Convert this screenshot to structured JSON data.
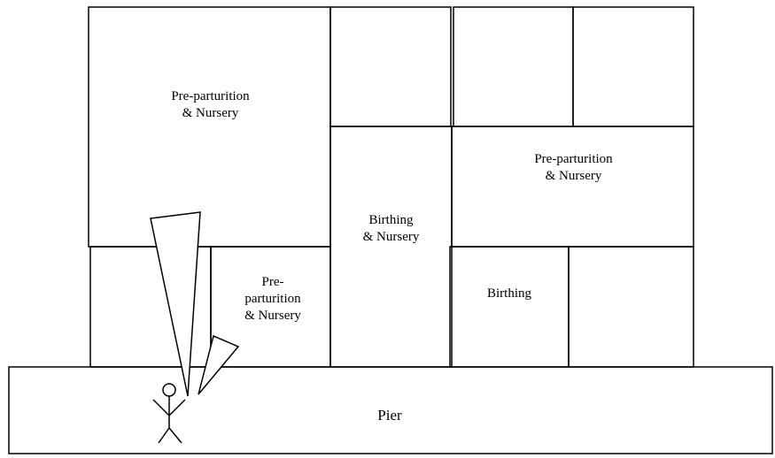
{
  "diagram": {
    "rooms": [
      {
        "id": "top-left-large",
        "label": "Pre-parturition\n& Nursery"
      },
      {
        "id": "top-middle-small",
        "label": ""
      },
      {
        "id": "top-right-a",
        "label": ""
      },
      {
        "id": "top-right-b",
        "label": ""
      },
      {
        "id": "right-middle",
        "label": "Pre-parturition\n& Nursery"
      },
      {
        "id": "center-tall",
        "label": "Birthing\n& Nursery"
      },
      {
        "id": "bottom-left",
        "label": ""
      },
      {
        "id": "bottom-left-center",
        "label": "Pre-\nparturition\n& Nursery"
      },
      {
        "id": "bottom-right-a",
        "label": "Birthing"
      },
      {
        "id": "bottom-right-b",
        "label": ""
      }
    ],
    "pier_label": "Pier",
    "observer_icon": "stick-figure-icon",
    "view_cone_icon": "view-cone-icon"
  }
}
